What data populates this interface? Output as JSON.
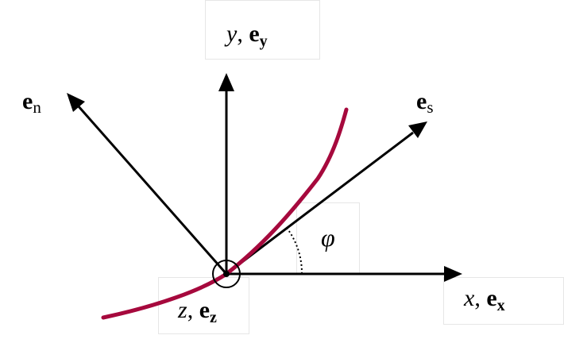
{
  "axes": {
    "y": {
      "var": "y",
      "sep": ",",
      "vec": "e",
      "vec_sub": "y"
    },
    "x": {
      "var": "x",
      "sep": ",",
      "vec": "e",
      "vec_sub": "x"
    },
    "z": {
      "var": "z",
      "sep": ",",
      "vec": "e",
      "vec_sub": "z"
    }
  },
  "vectors": {
    "n": {
      "vec": "e",
      "sub": "n"
    },
    "s": {
      "vec": "e",
      "sub": "s"
    }
  },
  "angle": {
    "symbol": "φ"
  },
  "colors": {
    "curve": "#a6093d",
    "axis": "#000000",
    "box_border": "#e6e6e6"
  }
}
